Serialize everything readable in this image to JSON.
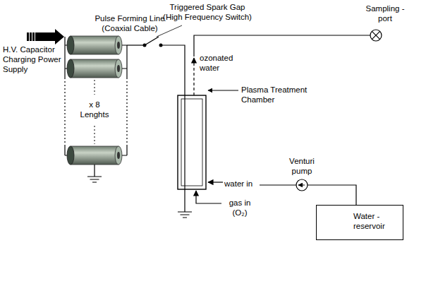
{
  "diagram": {
    "nodes": [
      {
        "text": [
          "Water -reservoir"
        ]
      }
    ],
    "labels": [
      "H.V. Capacitor Charging Power Supply",
      "Pulse Forming Line (Coaxial Cable)",
      "Triggered Spark Gap (High Frequency Switch)",
      "Sampling -port",
      "ozonated water",
      "Plasma Treatment Chamber",
      "Venturi pump",
      "x 8 Lenghts",
      "water in",
      "gas in (O₂)"
    ]
  }
}
